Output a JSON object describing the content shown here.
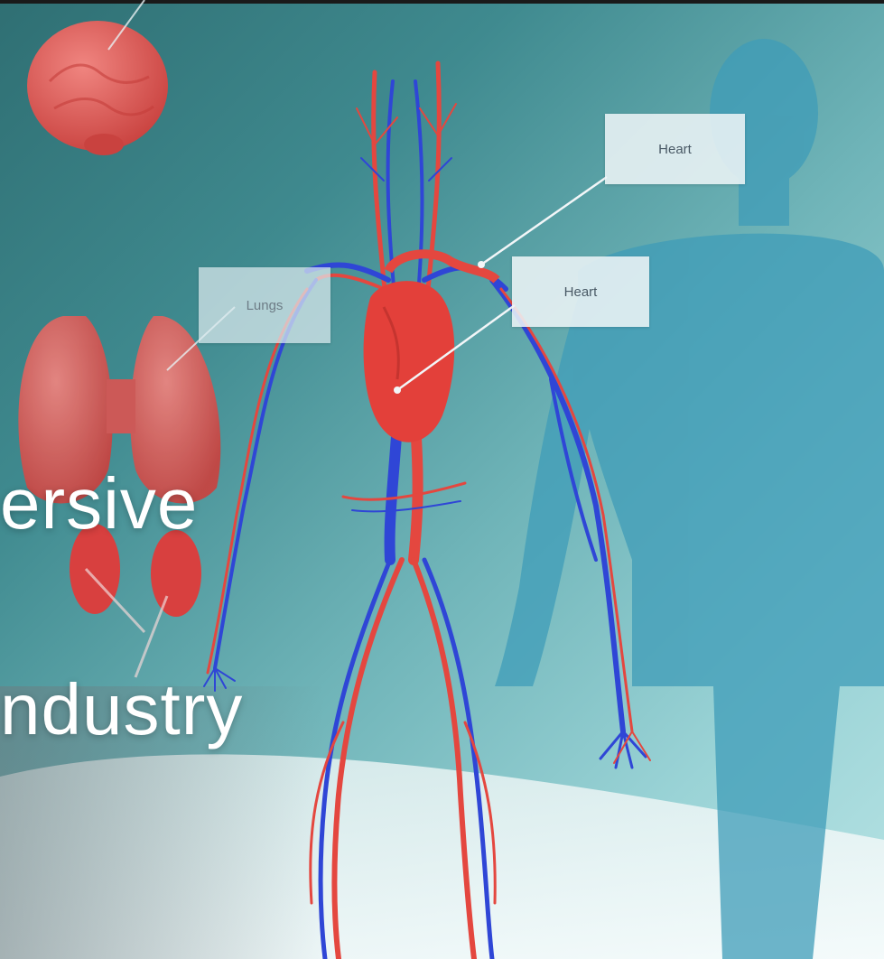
{
  "labels": {
    "lungs": "Lungs",
    "heart_top": "Heart",
    "heart_mid": "Heart"
  },
  "overlay": {
    "line1": "ersive",
    "line2": "ndustry"
  },
  "colors": {
    "artery": "#e4473f",
    "vein": "#2f46d6",
    "organ": "#e5625e",
    "silhouette": "#3f9cb8",
    "callout_bg": "#ecf4f6"
  }
}
